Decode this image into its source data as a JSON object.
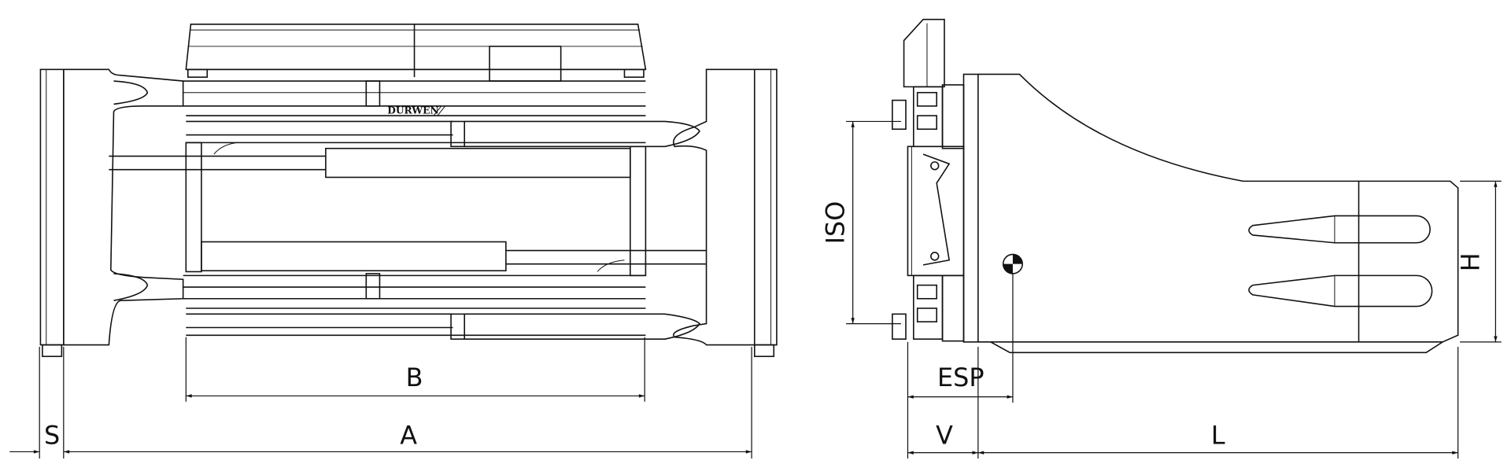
{
  "drawing": {
    "logo_text": "DURWEN",
    "front_view_dimensions": {
      "s": "S",
      "a": "A",
      "b": "B"
    },
    "side_view_dimensions": {
      "iso": "ISO",
      "esp": "ESP",
      "v": "V",
      "l": "L",
      "h": "H"
    }
  }
}
